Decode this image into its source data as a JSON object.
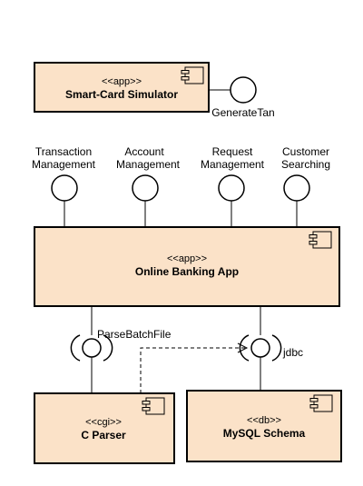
{
  "components": {
    "smartcard": {
      "stereotype": "<<app>>",
      "name": "Smart-Card Simulator"
    },
    "banking": {
      "stereotype": "<<app>>",
      "name": "Online Banking App"
    },
    "cparser": {
      "stereotype": "<<cgi>>",
      "name": "C Parser"
    },
    "mysql": {
      "stereotype": "<<db>>",
      "name": "MySQL Schema"
    }
  },
  "interfaces": {
    "generatetan": "GenerateTan",
    "transaction": [
      "Transaction",
      "Management"
    ],
    "account": [
      "Account",
      "Management"
    ],
    "request": [
      "Request",
      "Management"
    ],
    "customer": [
      "Customer",
      "Searching"
    ],
    "parsebatch": "ParseBatchFile",
    "jdbc": "jdbc"
  },
  "colors": {
    "component_fill": "#fbe2c8",
    "stroke": "#000000"
  }
}
